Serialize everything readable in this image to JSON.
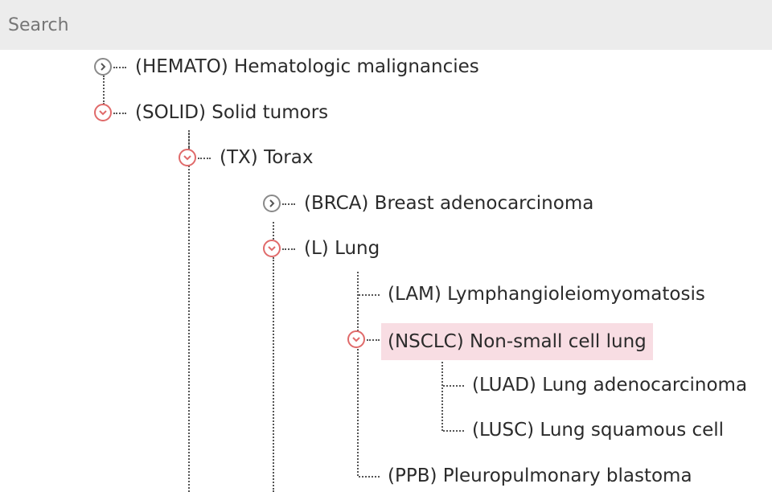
{
  "search": {
    "placeholder": "Search",
    "value": ""
  },
  "tree": {
    "nodes": [
      {
        "code": "HEMATO",
        "label": "(HEMATO) Hematologic malignancies",
        "state": "collapsed",
        "selected": false
      },
      {
        "code": "SOLID",
        "label": "(SOLID) Solid tumors",
        "state": "expanded",
        "selected": false
      },
      {
        "code": "TX",
        "label": "(TX) Torax",
        "state": "expanded",
        "selected": false
      },
      {
        "code": "BRCA",
        "label": "(BRCA) Breast adenocarcinoma",
        "state": "collapsed",
        "selected": false
      },
      {
        "code": "L",
        "label": "(L) Lung",
        "state": "expanded",
        "selected": false
      },
      {
        "code": "LAM",
        "label": "(LAM) Lymphangioleiomyomatosis",
        "state": "leaf",
        "selected": false
      },
      {
        "code": "NSCLC",
        "label": "(NSCLC) Non-small cell lung",
        "state": "expanded",
        "selected": true
      },
      {
        "code": "LUAD",
        "label": "(LUAD) Lung adenocarcinoma",
        "state": "leaf",
        "selected": false
      },
      {
        "code": "LUSC",
        "label": "(LUSC) Lung squamous cell",
        "state": "leaf",
        "selected": false
      },
      {
        "code": "PPB",
        "label": "(PPB) Pleuropulmonary blastoma",
        "state": "leaf",
        "selected": false
      }
    ]
  },
  "icons": {
    "expanded": "chevron-down-icon",
    "collapsed": "chevron-right-icon"
  },
  "colors": {
    "expanded_toggle": "#e06a6a",
    "collapsed_toggle": "#8a8a8a",
    "selected_background": "#f8dde3",
    "search_background": "#ececec"
  }
}
